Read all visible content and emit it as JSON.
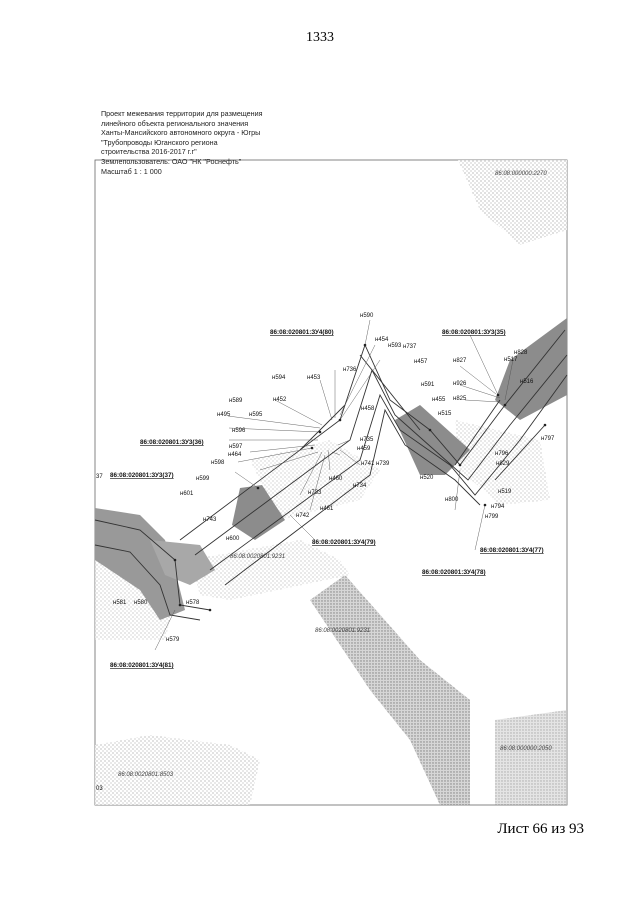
{
  "page_number": "1333",
  "sheet_footer": "Лист 66 из 93",
  "legend": {
    "lines": [
      "Проект межевания территории для размещения",
      "линейного объекта регионального значения",
      "Ханты-Мансийского автономного округа - Югры",
      "\"Трубопроводы Юганского региона",
      "строительства 2016-2017 г.г\"",
      "Землепользователь: ОАО \"НК \"Роснефть\"",
      "Масштаб 1 : 1 000"
    ]
  },
  "map": {
    "cadastral_labels": [
      "86:08:000000:2270",
      "86:08:0020801:9231",
      "86:08:0020801:9231",
      "86:08:000000:2050",
      "86:08:0020801:8503"
    ],
    "zu_labels": [
      "86:08:020801:ЗУ4(80)",
      "86:08:020801:ЗУ3(35)",
      "86:08:020801:ЗУ3(36)",
      "86:08:020801:ЗУ3(37)",
      "86:08:020801:ЗУ4(79)",
      "86:08:020801:ЗУ4(77)",
      "86:08:020801:ЗУ4(78)",
      "86:08:020801:ЗУ4(81)"
    ],
    "points": [
      "н590",
      "н454",
      "н593",
      "н737",
      "н457",
      "н736",
      "н453",
      "н594",
      "н591",
      "н455",
      "н589",
      "н452",
      "н458",
      "н595",
      "н495",
      "н596",
      "н735",
      "н459",
      "н597",
      "н464",
      "н598",
      "н741",
      "н739",
      "н599",
      "н460",
      "н734",
      "н733",
      "н601",
      "н461",
      "н743",
      "н742",
      "н600",
      "н581",
      "н580",
      "н579",
      "н578",
      "н515",
      "н520",
      "н827",
      "н926",
      "н825",
      "н828",
      "н517",
      "н797",
      "н796",
      "н829",
      "н519",
      "н794",
      "н799",
      "н800",
      "н516"
    ],
    "edge_labels": [
      "37",
      "03"
    ]
  },
  "colors": {
    "zone_fill": "#8c8c8c",
    "zone_fill_light": "#b5b5b5",
    "line": "#333333",
    "frame": "#555555"
  }
}
